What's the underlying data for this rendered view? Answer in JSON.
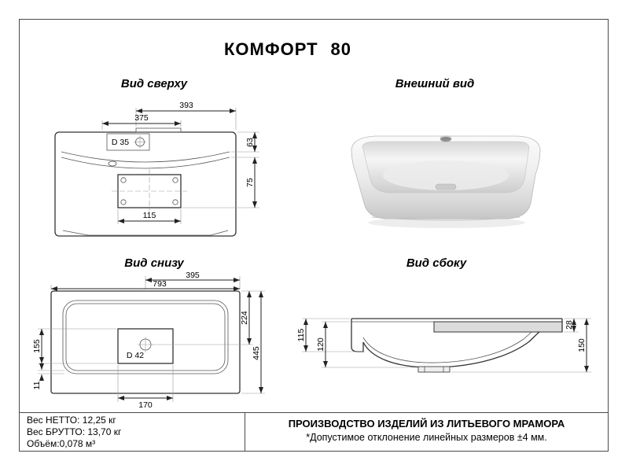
{
  "header": {
    "title_name": "КОМФОРТ",
    "title_size": "80"
  },
  "views": {
    "top": {
      "label": "Вид сверху",
      "dims": {
        "w393": "393",
        "w375": "375",
        "h63": "63",
        "faucet_d": "D 35",
        "h75": "75",
        "w115": "115"
      }
    },
    "external": {
      "label": "Внешний вид"
    },
    "bottom": {
      "label": "Вид снизу",
      "dims": {
        "w793": "793",
        "w395": "395",
        "h224": "224",
        "h445": "445",
        "h155": "155",
        "h11": "11",
        "w170": "170",
        "drain_d": "D 42"
      }
    },
    "side": {
      "label": "Вид сбоку",
      "dims": {
        "h115": "115",
        "h120": "120",
        "h28": "28",
        "h150": "150"
      }
    }
  },
  "footer": {
    "netto": "Вес НЕТТО: 12,25 кг",
    "brutto": "Вес БРУТТО: 13,70 кг",
    "volume": "Объём:0,078 м³",
    "production": "ПРОИЗВОДСТВО ИЗДЕЛИЙ ИЗ ЛИТЬЕВОГО МРАМОРА",
    "tolerance": "*Допустимое отклонение линейных размеров ±4 мм."
  },
  "colors": {
    "ink": "#222222",
    "render_gray": "#ececec"
  }
}
